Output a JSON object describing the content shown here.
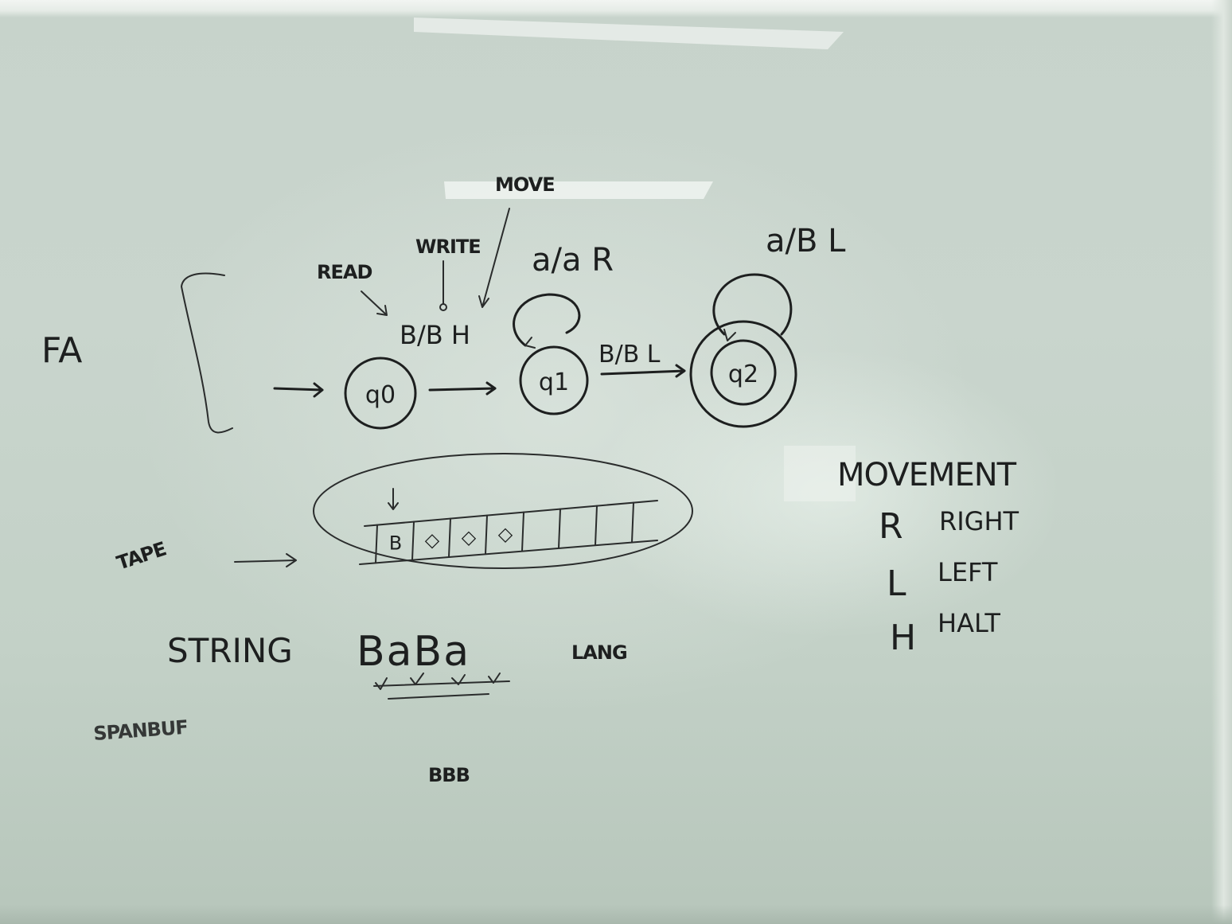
{
  "labels": {
    "fa": "FA",
    "read": "READ",
    "write": "WRITE",
    "move": "MOVE",
    "tape": "TAPE",
    "string": "STRING",
    "lang": "LANG",
    "smudge": "SPANBUF",
    "bbb": "BBB",
    "input_string": "BaBa"
  },
  "states": [
    {
      "id": "q0",
      "label": "q0",
      "start": true,
      "final": false
    },
    {
      "id": "q1",
      "label": "q1",
      "start": false,
      "final": false
    },
    {
      "id": "q2",
      "label": "q2",
      "start": false,
      "final": true
    }
  ],
  "transitions": [
    {
      "from": "q0",
      "to": "q1",
      "label": "B/B H"
    },
    {
      "from": "q1",
      "to": "q1",
      "label": "a/a R"
    },
    {
      "from": "q1",
      "to": "q2",
      "label": "B/B L"
    },
    {
      "from": "q2",
      "to": "q2",
      "label": "a/B L"
    }
  ],
  "tape_cells": [
    "B",
    "◇",
    "◇",
    "◇",
    "",
    "",
    ""
  ],
  "movement": {
    "title": "MOVEMENT",
    "items": [
      {
        "key": "R",
        "desc": "RIGHT"
      },
      {
        "key": "L",
        "desc": "LEFT"
      },
      {
        "key": "H",
        "desc": "HALT"
      }
    ]
  }
}
